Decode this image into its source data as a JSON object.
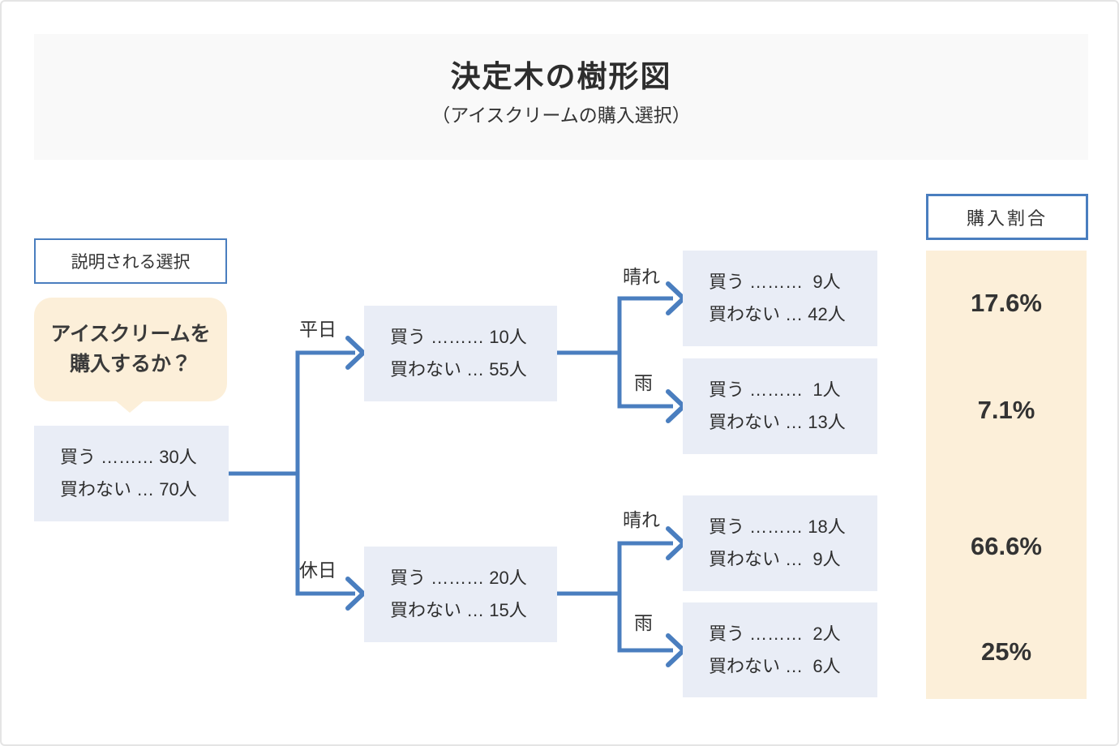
{
  "header": {
    "title": "決定木の樹形図",
    "subtitle": "（アイスクリームの購入選択）"
  },
  "annotation": {
    "legend_label": "説明される選択",
    "bubble_line1": "アイスクリームを",
    "bubble_line2": "購入するか？"
  },
  "tree": {
    "root": {
      "line1": "買う ……… 30人",
      "line2": "買わない … 70人"
    },
    "level1": [
      {
        "branch": "平日",
        "line1": "買う ……… 10人",
        "line2": "買わない … 55人"
      },
      {
        "branch": "休日",
        "line1": "買う ……… 20人",
        "line2": "買わない … 15人"
      }
    ],
    "level2": [
      {
        "branch": "晴れ",
        "line1": "買う ………  9人",
        "line2": "買わない … 42人",
        "ratio": "17.6%"
      },
      {
        "branch": "雨",
        "line1": "買う ………  1人",
        "line2": "買わない … 13人",
        "ratio": "7.1%"
      },
      {
        "branch": "晴れ",
        "line1": "買う ……… 18人",
        "line2": "買わない …  9人",
        "ratio": "66.6%"
      },
      {
        "branch": "雨",
        "line1": "買う ………  2人",
        "line2": "買わない …  6人",
        "ratio": "25%"
      }
    ]
  },
  "ratio_column": {
    "header": "購入割合",
    "values": [
      "17.6%",
      "7.1%",
      "66.6%",
      "25%"
    ]
  },
  "colors": {
    "accent": "#4a7ebf",
    "node_fill": "#e9edf6",
    "highlight": "#fcefd9",
    "header_fill": "#f9f9f9"
  }
}
